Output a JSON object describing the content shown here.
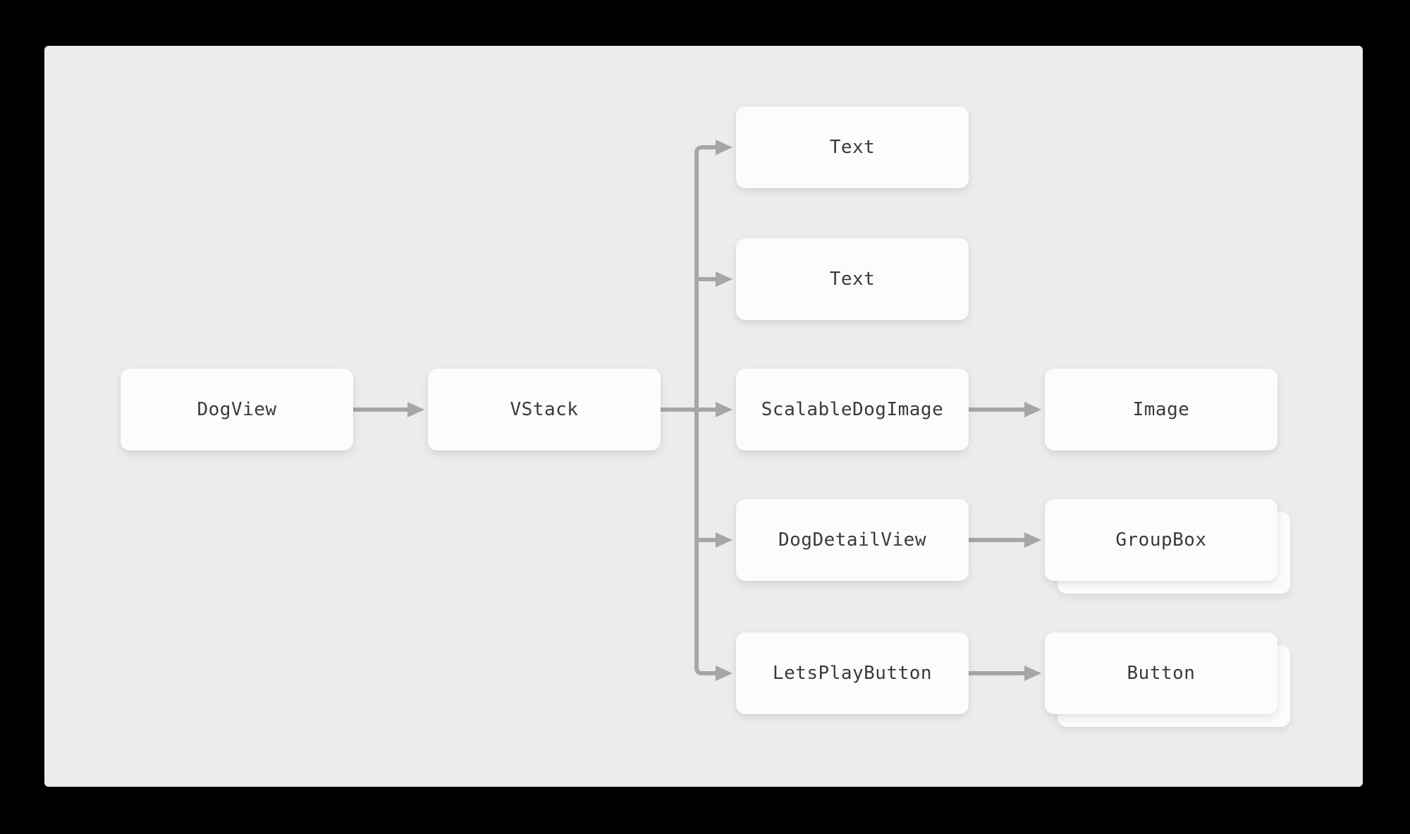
{
  "theme": {
    "background": "#000000",
    "canvas": "#ececec",
    "node_fill": "#fcfcfc",
    "node_text": "#3a3a3a",
    "arrow": "#a6a6a6"
  },
  "diagram": {
    "type": "view-hierarchy-tree",
    "nodes": {
      "dogview": {
        "label": "DogView",
        "stacked": false
      },
      "vstack": {
        "label": "VStack",
        "stacked": false
      },
      "text1": {
        "label": "Text",
        "stacked": false
      },
      "text2": {
        "label": "Text",
        "stacked": false
      },
      "sdi": {
        "label": "ScalableDogImage",
        "stacked": false
      },
      "ddv": {
        "label": "DogDetailView",
        "stacked": false
      },
      "lpb": {
        "label": "LetsPlayButton",
        "stacked": false
      },
      "image": {
        "label": "Image",
        "stacked": false
      },
      "groupbox": {
        "label": "GroupBox",
        "stacked": true
      },
      "button": {
        "label": "Button",
        "stacked": true
      }
    },
    "edges": [
      {
        "from": "DogView",
        "to": "VStack"
      },
      {
        "from": "VStack",
        "to": "Text"
      },
      {
        "from": "VStack",
        "to": "Text"
      },
      {
        "from": "VStack",
        "to": "ScalableDogImage"
      },
      {
        "from": "VStack",
        "to": "DogDetailView"
      },
      {
        "from": "VStack",
        "to": "LetsPlayButton"
      },
      {
        "from": "ScalableDogImage",
        "to": "Image"
      },
      {
        "from": "DogDetailView",
        "to": "GroupBox"
      },
      {
        "from": "LetsPlayButton",
        "to": "Button"
      }
    ]
  }
}
